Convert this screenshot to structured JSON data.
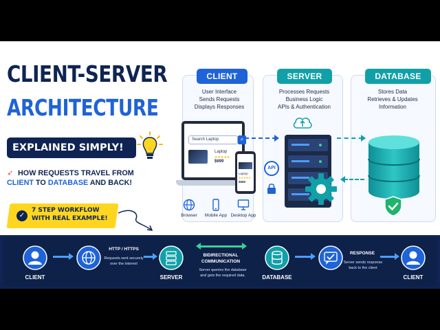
{
  "title": {
    "line1": "CLIENT-SERVER",
    "line2": "ARCHITECTURE",
    "line3": "EXPLAINED SIMPLY!"
  },
  "subtitle": {
    "part1": "HOW REQUESTS TRAVEL FROM",
    "client_word": "CLIENT",
    "to_word": "TO",
    "db_word": "DATABASE",
    "end": "AND BACK!"
  },
  "badge": {
    "text": "7 STEP WORKFLOW WITH REAL EXAMPLE!"
  },
  "columns": {
    "client": {
      "label": "CLIENT",
      "lines": [
        "User Interface",
        "Sends Requests",
        "Displays Responses"
      ]
    },
    "server": {
      "label": "SERVER",
      "lines": [
        "Processes Requests",
        "Business Logic",
        "APIs & Authentication"
      ]
    },
    "database": {
      "label": "DATABASE",
      "lines": [
        "Stores Data",
        "Retrieves & Updates",
        "Information"
      ]
    }
  },
  "client_mockup": {
    "search_placeholder": "Search Laptop",
    "product_name": "Laptop",
    "product_price": "$699",
    "stars": "★★★★★"
  },
  "devices": [
    "Browser",
    "Mobile App",
    "Desktop App"
  ],
  "api_label": "API",
  "workflow": {
    "steps": [
      "CLIENT",
      "SERVER",
      "DATABASE",
      "CLIENT"
    ],
    "http": {
      "title": "HTTP / HTTPS",
      "text": "Requests sent securely over the internet"
    },
    "bidirectional": {
      "title": "BIDIRECTIONAL COMMUNICATION",
      "text": "Server queries the database and gets the required data."
    },
    "response": {
      "title": "RESPONSE",
      "text": "Server sends response back to the client"
    }
  },
  "colors": {
    "navy": "#0f2452",
    "blue": "#1e63d8",
    "teal": "#11a0a8",
    "yellow": "#ffd61f"
  }
}
